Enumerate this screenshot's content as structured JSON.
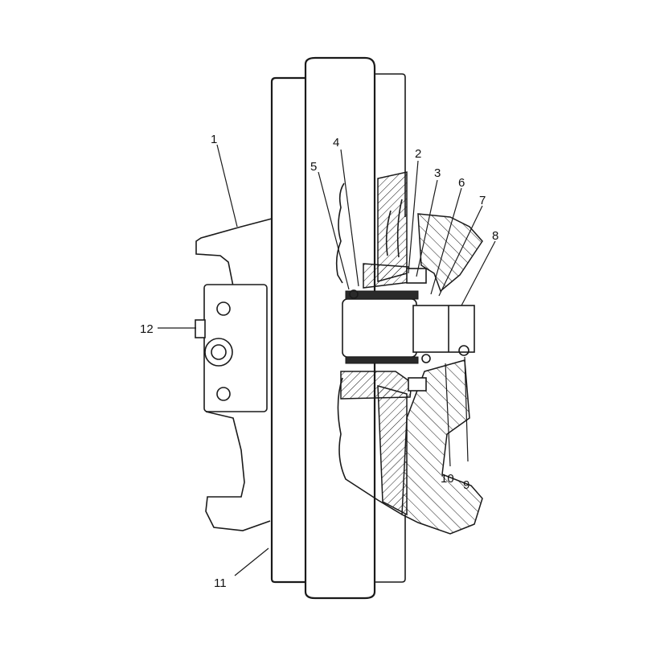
{
  "callouts": [
    {
      "id": "1",
      "text": "1"
    },
    {
      "id": "2",
      "text": "2"
    },
    {
      "id": "3",
      "text": "3"
    },
    {
      "id": "4",
      "text": "4"
    },
    {
      "id": "5",
      "text": "5"
    },
    {
      "id": "6",
      "text": "6"
    },
    {
      "id": "7",
      "text": "7"
    },
    {
      "id": "8",
      "text": "8"
    },
    {
      "id": "9",
      "text": "9"
    },
    {
      "id": "10",
      "text": "10"
    },
    {
      "id": "11",
      "text": "11"
    },
    {
      "id": "12",
      "text": "12"
    }
  ],
  "colors": {
    "ink": "#1a1a1a",
    "paper": "#ffffff"
  }
}
